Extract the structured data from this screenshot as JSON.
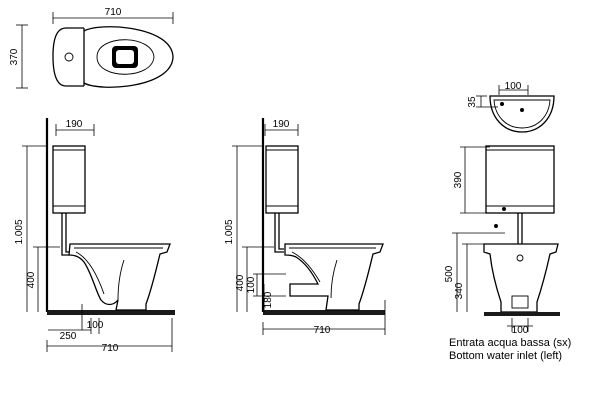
{
  "top_view": {
    "width": "710",
    "depth": "370"
  },
  "side_view_left": {
    "cistern_depth": "190",
    "total_height": "1.005",
    "bowl_height": "400",
    "wall_to_outlet": "250",
    "outlet_size": "100",
    "length": "710"
  },
  "side_view_middle": {
    "cistern_depth": "190",
    "total_height": "1.005",
    "bowl_height": "400",
    "outlet_width": "100",
    "outlet_height": "180",
    "length": "710"
  },
  "front_view": {
    "basin_width": "100",
    "basin_offset": "35",
    "cistern_height": "390",
    "total_height": "500",
    "inlet_height": "340",
    "outlet_width": "100"
  },
  "caption": {
    "italian": "Entrata acqua bassa (sx)",
    "english": "Bottom water inlet (left)"
  }
}
